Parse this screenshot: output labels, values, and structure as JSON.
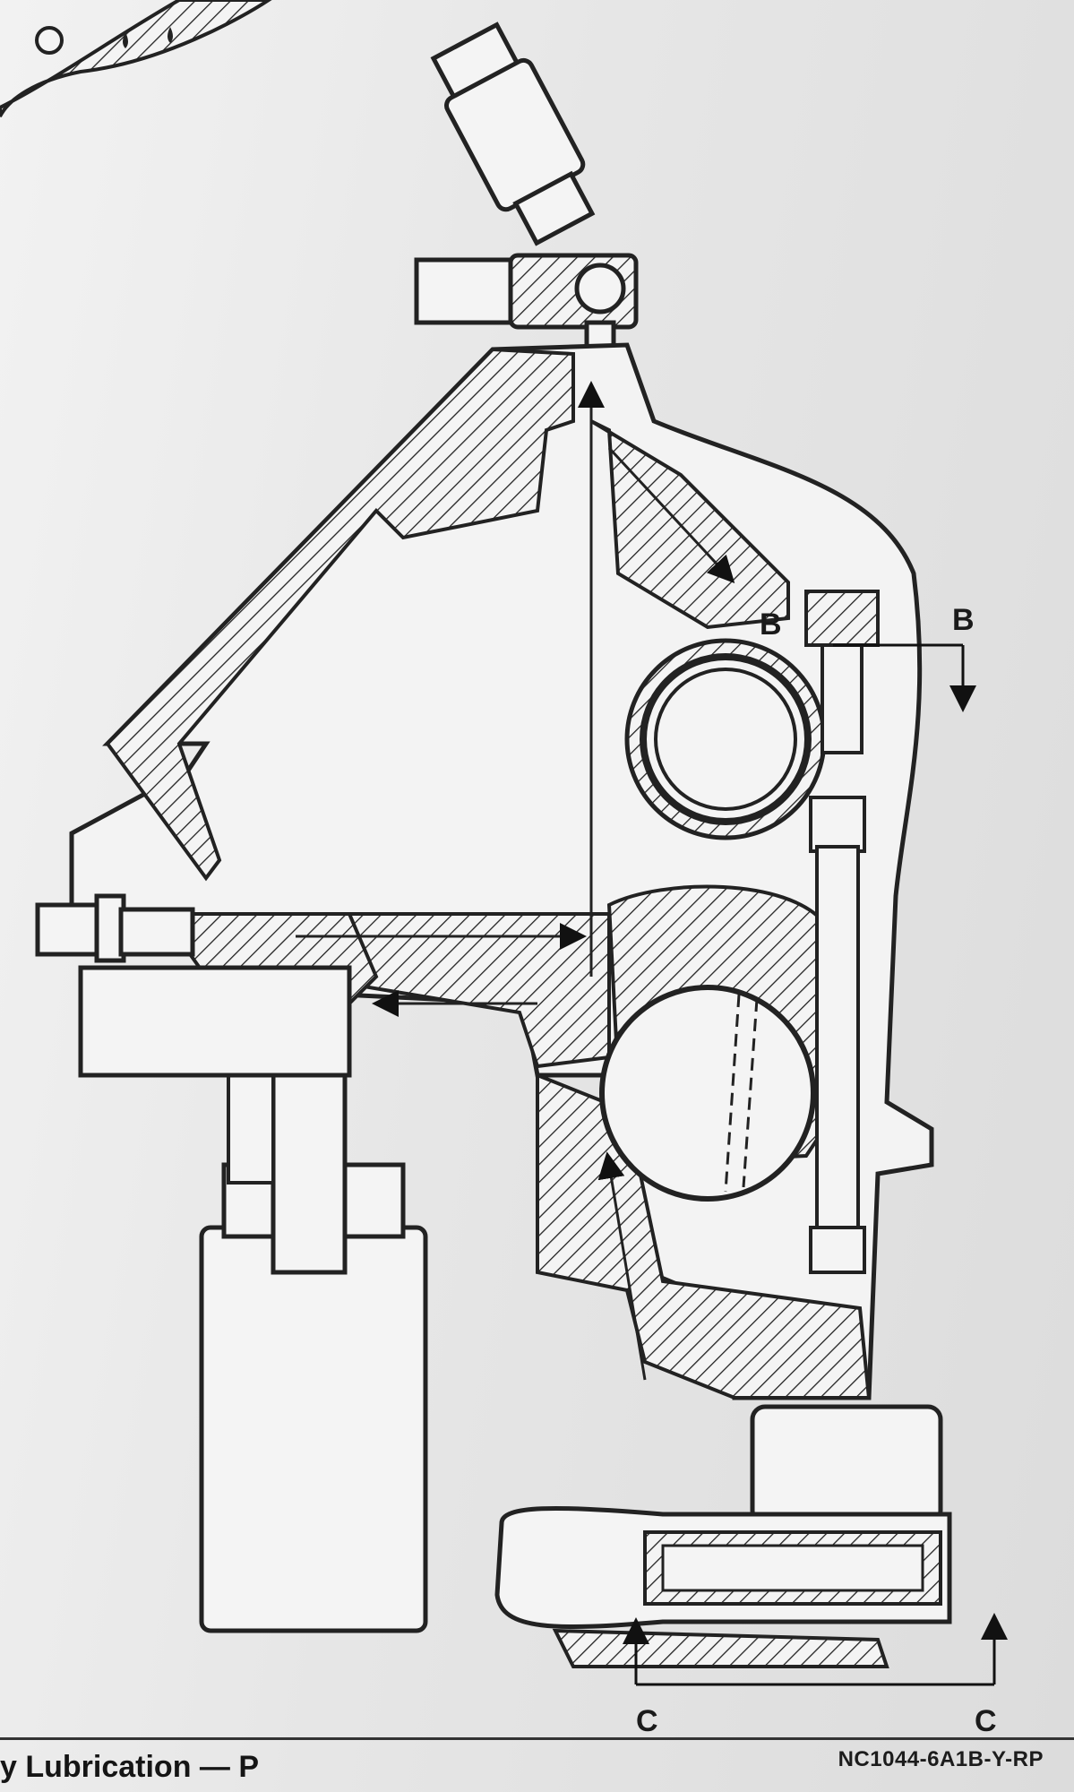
{
  "labels": {
    "section_b_left": "B",
    "section_b_right": "B",
    "section_c_left": "C",
    "section_c_right": "C"
  },
  "caption": "y Lubrication — P",
  "figure_code": "NC1044-6A1B-Y-RP"
}
